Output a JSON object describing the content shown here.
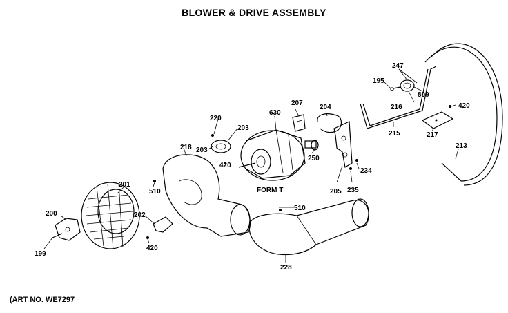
{
  "title": "BLOWER & DRIVE ASSEMBLY",
  "art_no": "(ART NO. WE7297",
  "motor_note": "FORM T",
  "parts": {
    "p199": "199",
    "p200": "200",
    "p201": "201",
    "p202": "202",
    "p203a": "203",
    "p203b": "203",
    "p204": "204",
    "p205": "205",
    "p207": "207",
    "p213": "213",
    "p215": "215",
    "p216": "216",
    "p217": "217",
    "p218": "218",
    "p220": "220",
    "p228": "228",
    "p234": "234",
    "p235": "235",
    "p247": "247",
    "p250": "250",
    "p420a": "420",
    "p420b": "420",
    "p420c": "420",
    "p510a": "510",
    "p510b": "510",
    "p630": "630",
    "p195": "195",
    "p809": "809"
  }
}
